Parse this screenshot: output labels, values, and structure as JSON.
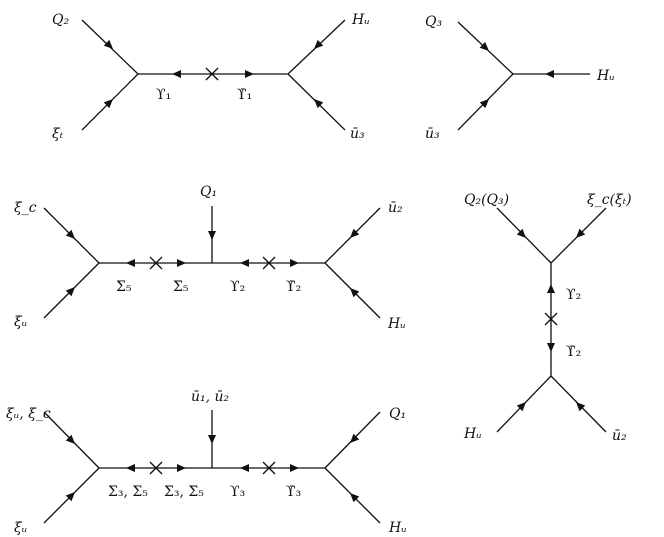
{
  "diagram_1": {
    "top_left": "Q₂",
    "bottom_left": "ξₜ",
    "top_right": "Hᵤ",
    "bottom_right": "ū₃",
    "left_propagator": "ϒ₁",
    "right_propagator": "ϒ̄₁"
  },
  "diagram_2": {
    "top_left": "Q₃",
    "bottom_left": "ū₃",
    "right": "Hᵤ"
  },
  "diagram_3": {
    "top_left": "ξ_c",
    "bottom_left": "ξᵤ",
    "top_center": "Q₁",
    "top_right": "ū₂",
    "bottom_right": "Hᵤ",
    "prop_1": "Σ₅",
    "prop_2": "Σ̄₅",
    "prop_3": "ϒ₂",
    "prop_4": "ϒ̄₂"
  },
  "diagram_4": {
    "top_left": "ξᵤ, ξ_c",
    "bottom_left": "ξᵤ",
    "top_center": "ū₁, ū₂",
    "top_right": "Q₁",
    "bottom_right": "Hᵤ",
    "prop_1": "Σ₃, Σ₅",
    "prop_2": "Σ̄₃, Σ̄₅",
    "prop_3": "ϒ₃",
    "prop_4": "ϒ̄₃"
  },
  "diagram_5": {
    "top_left": "Q₂(Q₃)",
    "top_right": "ξ_c(ξₜ)",
    "bottom_left": "Hᵤ",
    "bottom_right": "ū₂",
    "upper_propagator": "ϒ₂",
    "lower_propagator": "ϒ̄₂"
  }
}
